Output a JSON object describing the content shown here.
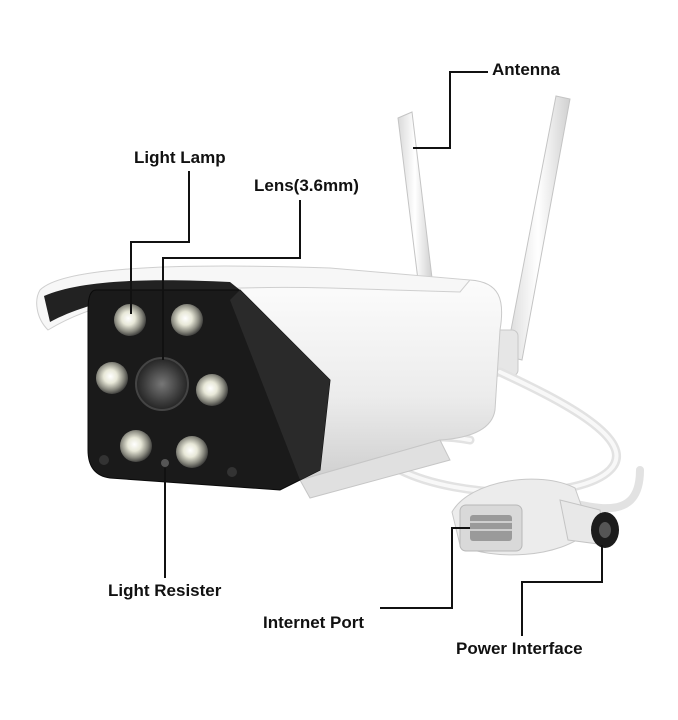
{
  "labels": {
    "antenna": "Antenna",
    "light_lamp": "Light Lamp",
    "lens": "Lens(3.6mm)",
    "light_resister": "Light Resister",
    "internet_port": "Internet Port",
    "power_interface": "Power Interface"
  },
  "colors": {
    "camera_body": "#f4f4f4",
    "camera_face": "#1a1a1a",
    "led_glow": "#e8e8d8",
    "leader_line": "#111111",
    "label_text": "#111111"
  }
}
